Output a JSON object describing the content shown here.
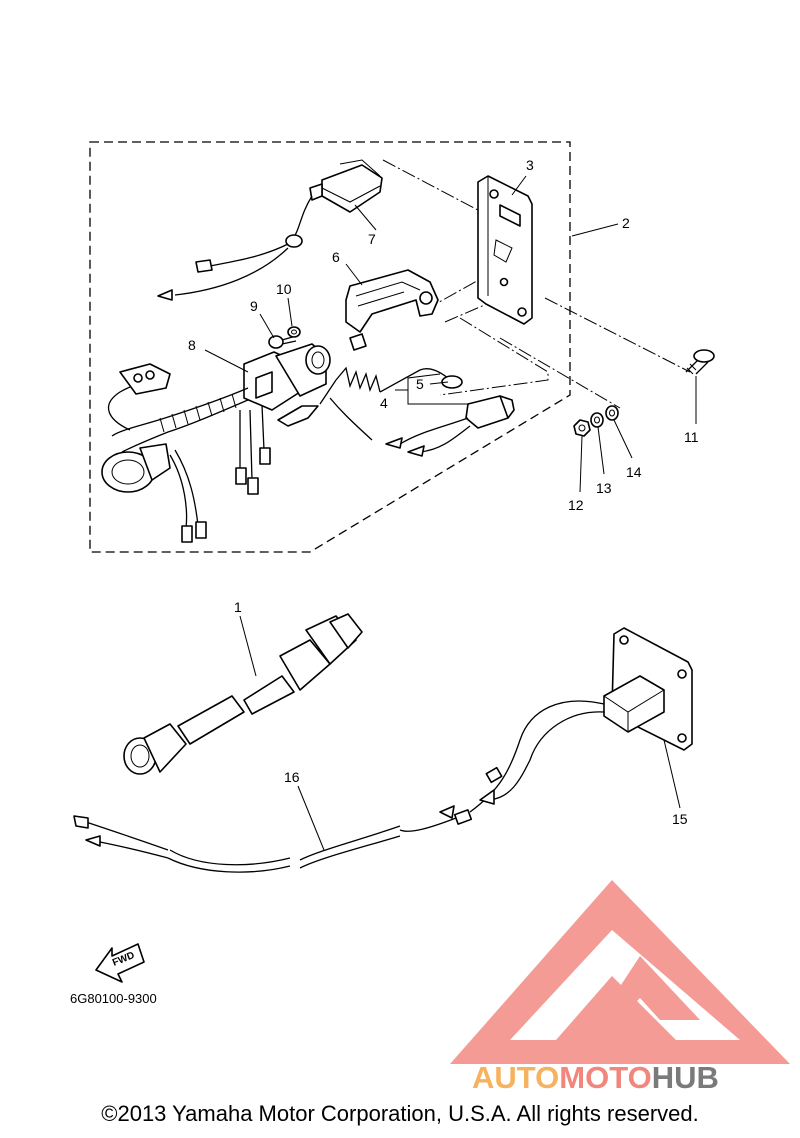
{
  "diagram": {
    "callouts": [
      "1",
      "2",
      "3",
      "4",
      "5",
      "6",
      "7",
      "8",
      "9",
      "10",
      "11",
      "12",
      "13",
      "14",
      "15",
      "16"
    ],
    "catalog_code": "6G80100-9300",
    "fwd_label": "FWD"
  },
  "watermark": {
    "part1": "AUTO",
    "part2": "MOTO",
    "part3": "HUB",
    "colors": {
      "auto": "#f6b25f",
      "moto": "#f0867c",
      "hub": "#7a7a7a",
      "logo": "#f28a82"
    }
  },
  "footer": {
    "copyright": "©2013 Yamaha Motor Corporation, U.S.A. All rights reserved."
  }
}
